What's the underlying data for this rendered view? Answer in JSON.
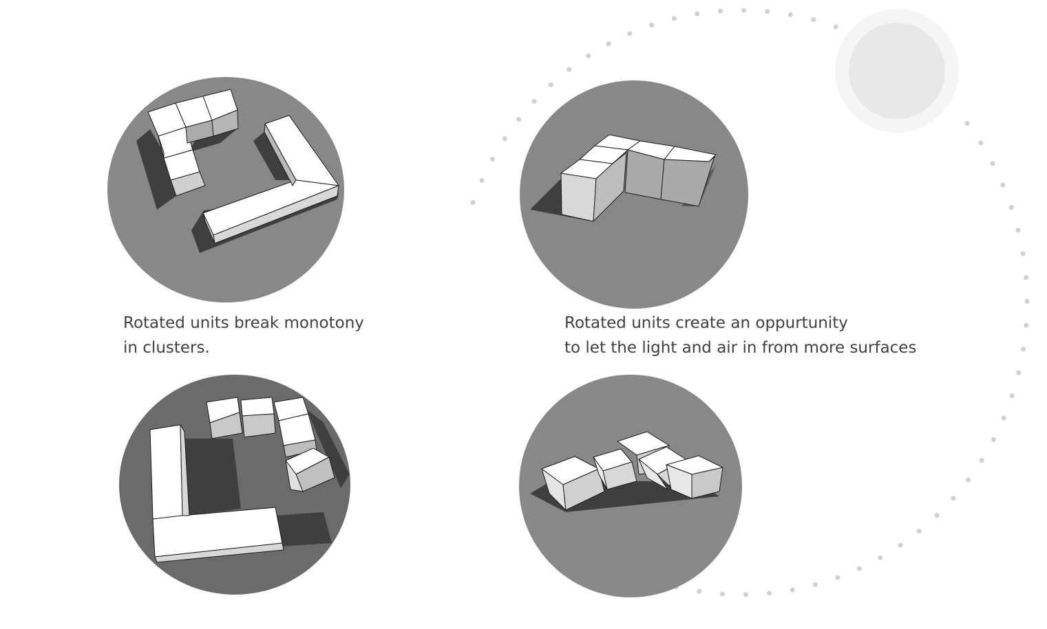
{
  "captions": {
    "left": {
      "line1": "Rotated units break monotony",
      "line2": "in clusters."
    },
    "right": {
      "line1": "Rotated units create an oppurtunity",
      "line2": "to let the light and air in from more surfaces"
    }
  },
  "colors": {
    "disc_light": "#888888",
    "disc_dark": "#6b6b6b",
    "shadow": "#3f3f3f",
    "block_top": "#ffffff",
    "block_side_light": "#d8d8d8",
    "block_side_dark": "#a9a9a9",
    "sun_halo": "#f5f5f5",
    "sun_core": "#e8e8e8",
    "orbit_dots": "#d0d0d0"
  },
  "icons": {
    "sun": "sun-icon"
  }
}
